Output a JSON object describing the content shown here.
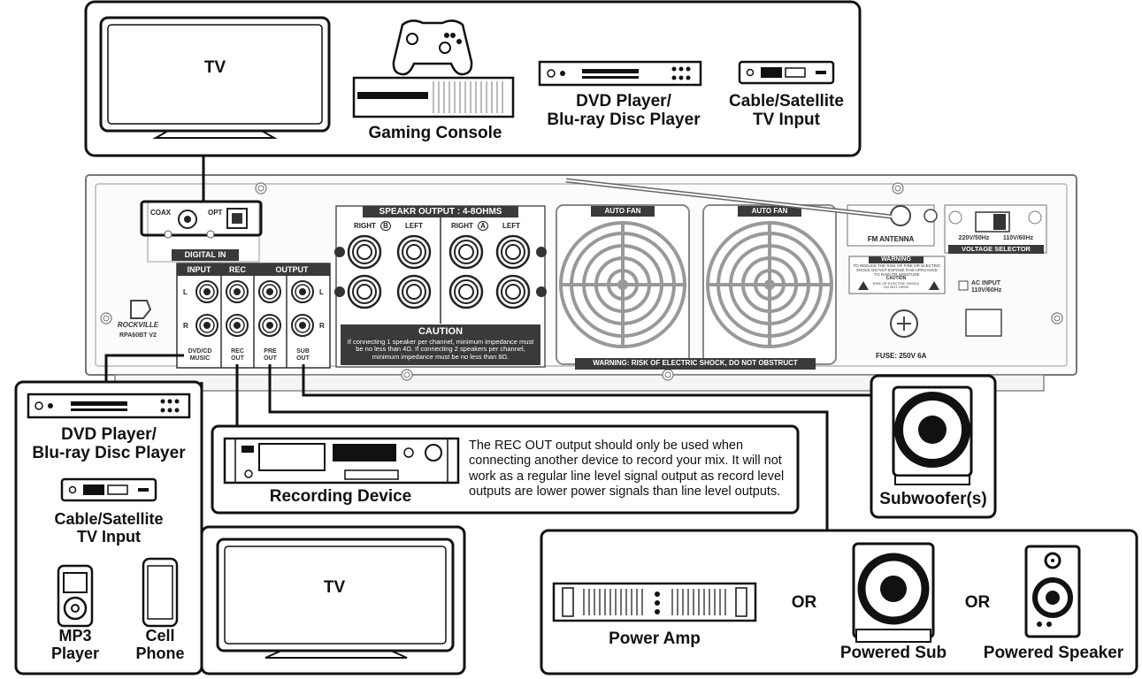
{
  "top_sources": {
    "tv": "TV",
    "gaming_console": "Gaming Console",
    "dvd_player": [
      "DVD Player/",
      "Blu-ray Disc Player"
    ],
    "cable": [
      "Cable/Satellite",
      "TV Input"
    ]
  },
  "rear_panel": {
    "digital_in": {
      "title": "DIGITAL IN",
      "coax": "COAX",
      "opt": "OPT"
    },
    "io_headers": {
      "input": "INPUT",
      "rec": "REC",
      "output": "OUTPUT"
    },
    "channels": {
      "left": "L",
      "right": "R"
    },
    "jack_labels": {
      "dvd_music": [
        "DVD/CD",
        "MUSIC"
      ],
      "rec_out": [
        "REC",
        "OUT"
      ],
      "pre_out": [
        "PRE",
        "OUT"
      ],
      "sub_out": [
        "SUB",
        "OUT"
      ]
    },
    "brand": "ROCKVILLE",
    "model": "RPA60BT V2",
    "speaker_output": {
      "title": "SPEAKR OUTPUT : 4-8OHMS",
      "right_b": "RIGHT",
      "b": "B",
      "left_b": "LEFT",
      "right_a": "RIGHT",
      "a": "A",
      "left_a": "LEFT"
    },
    "caution": {
      "title": "CAUTION",
      "text": [
        "If connecting 1 speaker per channel, minimum impedance must",
        "be no less than 4Ω. If connecting 2 speakers per channel,",
        "minimum impedance must be no less than 8Ω."
      ]
    },
    "fans": {
      "left": "AUTO FAN",
      "right": "AUTO FAN"
    },
    "fan_warning": "WARNING: RISK OF ELECTRIC SHOCK, DO NOT OBSTRUCT",
    "fm_antenna": "FM ANTENNA",
    "voltage": {
      "v220": "220V/50Hz",
      "v110": "110V/60Hz",
      "title": "VOLTAGE SELECTOR"
    },
    "warning_box": {
      "title": "WARNING",
      "text": [
        "TO REDUCE THE RISK OF FIRE OR ELECTRIC",
        "SHOCK DO NOT EXPOSE THIS APPLIANCE",
        "TO RAIN OR MOISTURE"
      ],
      "caution": "CAUTION",
      "caution_text": [
        "RISK OF ELECTRIC SHOCK",
        "DO NOT OPEN"
      ]
    },
    "ac_input": [
      "AC INPUT",
      "110V/60Hz"
    ],
    "fuse": "FUSE: 250V 6A"
  },
  "left_sources": {
    "dvd_player": [
      "DVD Player/",
      "Blu-ray Disc Player"
    ],
    "cable": [
      "Cable/Satellite",
      "TV Input"
    ],
    "mp3": [
      "MP3",
      "Player"
    ],
    "phone": [
      "Cell",
      "Phone"
    ]
  },
  "recording": {
    "label": "Recording Device",
    "note": [
      "The REC OUT output should only be used when",
      "connecting another device to record your mix. It will not",
      "work as a regular line level signal output as record level",
      "outputs are lower power signals than line level outputs."
    ]
  },
  "tv_bottom": "TV",
  "subwoofer": "Subwoofer(s)",
  "outputs": {
    "power_amp": "Power Amp",
    "or1": "OR",
    "powered_sub": "Powered Sub",
    "or2": "OR",
    "powered_speaker": "Powered Speaker"
  },
  "colors": {
    "line": "#1a1a1a",
    "panel": "#f2f2f2",
    "dark": "#3a3a3a"
  }
}
